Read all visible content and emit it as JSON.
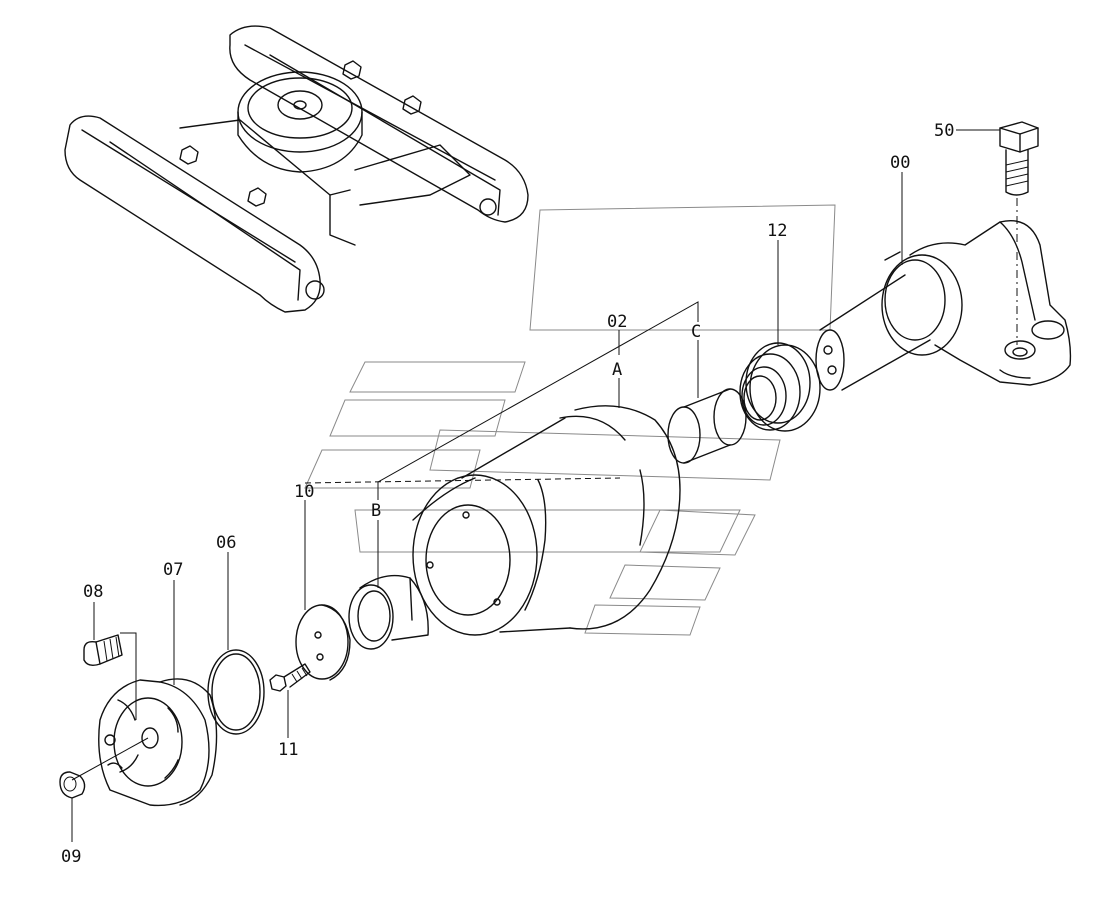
{
  "callouts": {
    "c00": "00",
    "c02": "02",
    "c06": "06",
    "c07": "07",
    "c08": "08",
    "c09": "09",
    "c10": "10",
    "c11": "11",
    "c12": "12",
    "c50": "50",
    "cA": "A",
    "cB": "B",
    "cC": "C"
  },
  "colors": {
    "line": "#111111",
    "watermark": "#8a8a8a",
    "background": "#ffffff"
  }
}
